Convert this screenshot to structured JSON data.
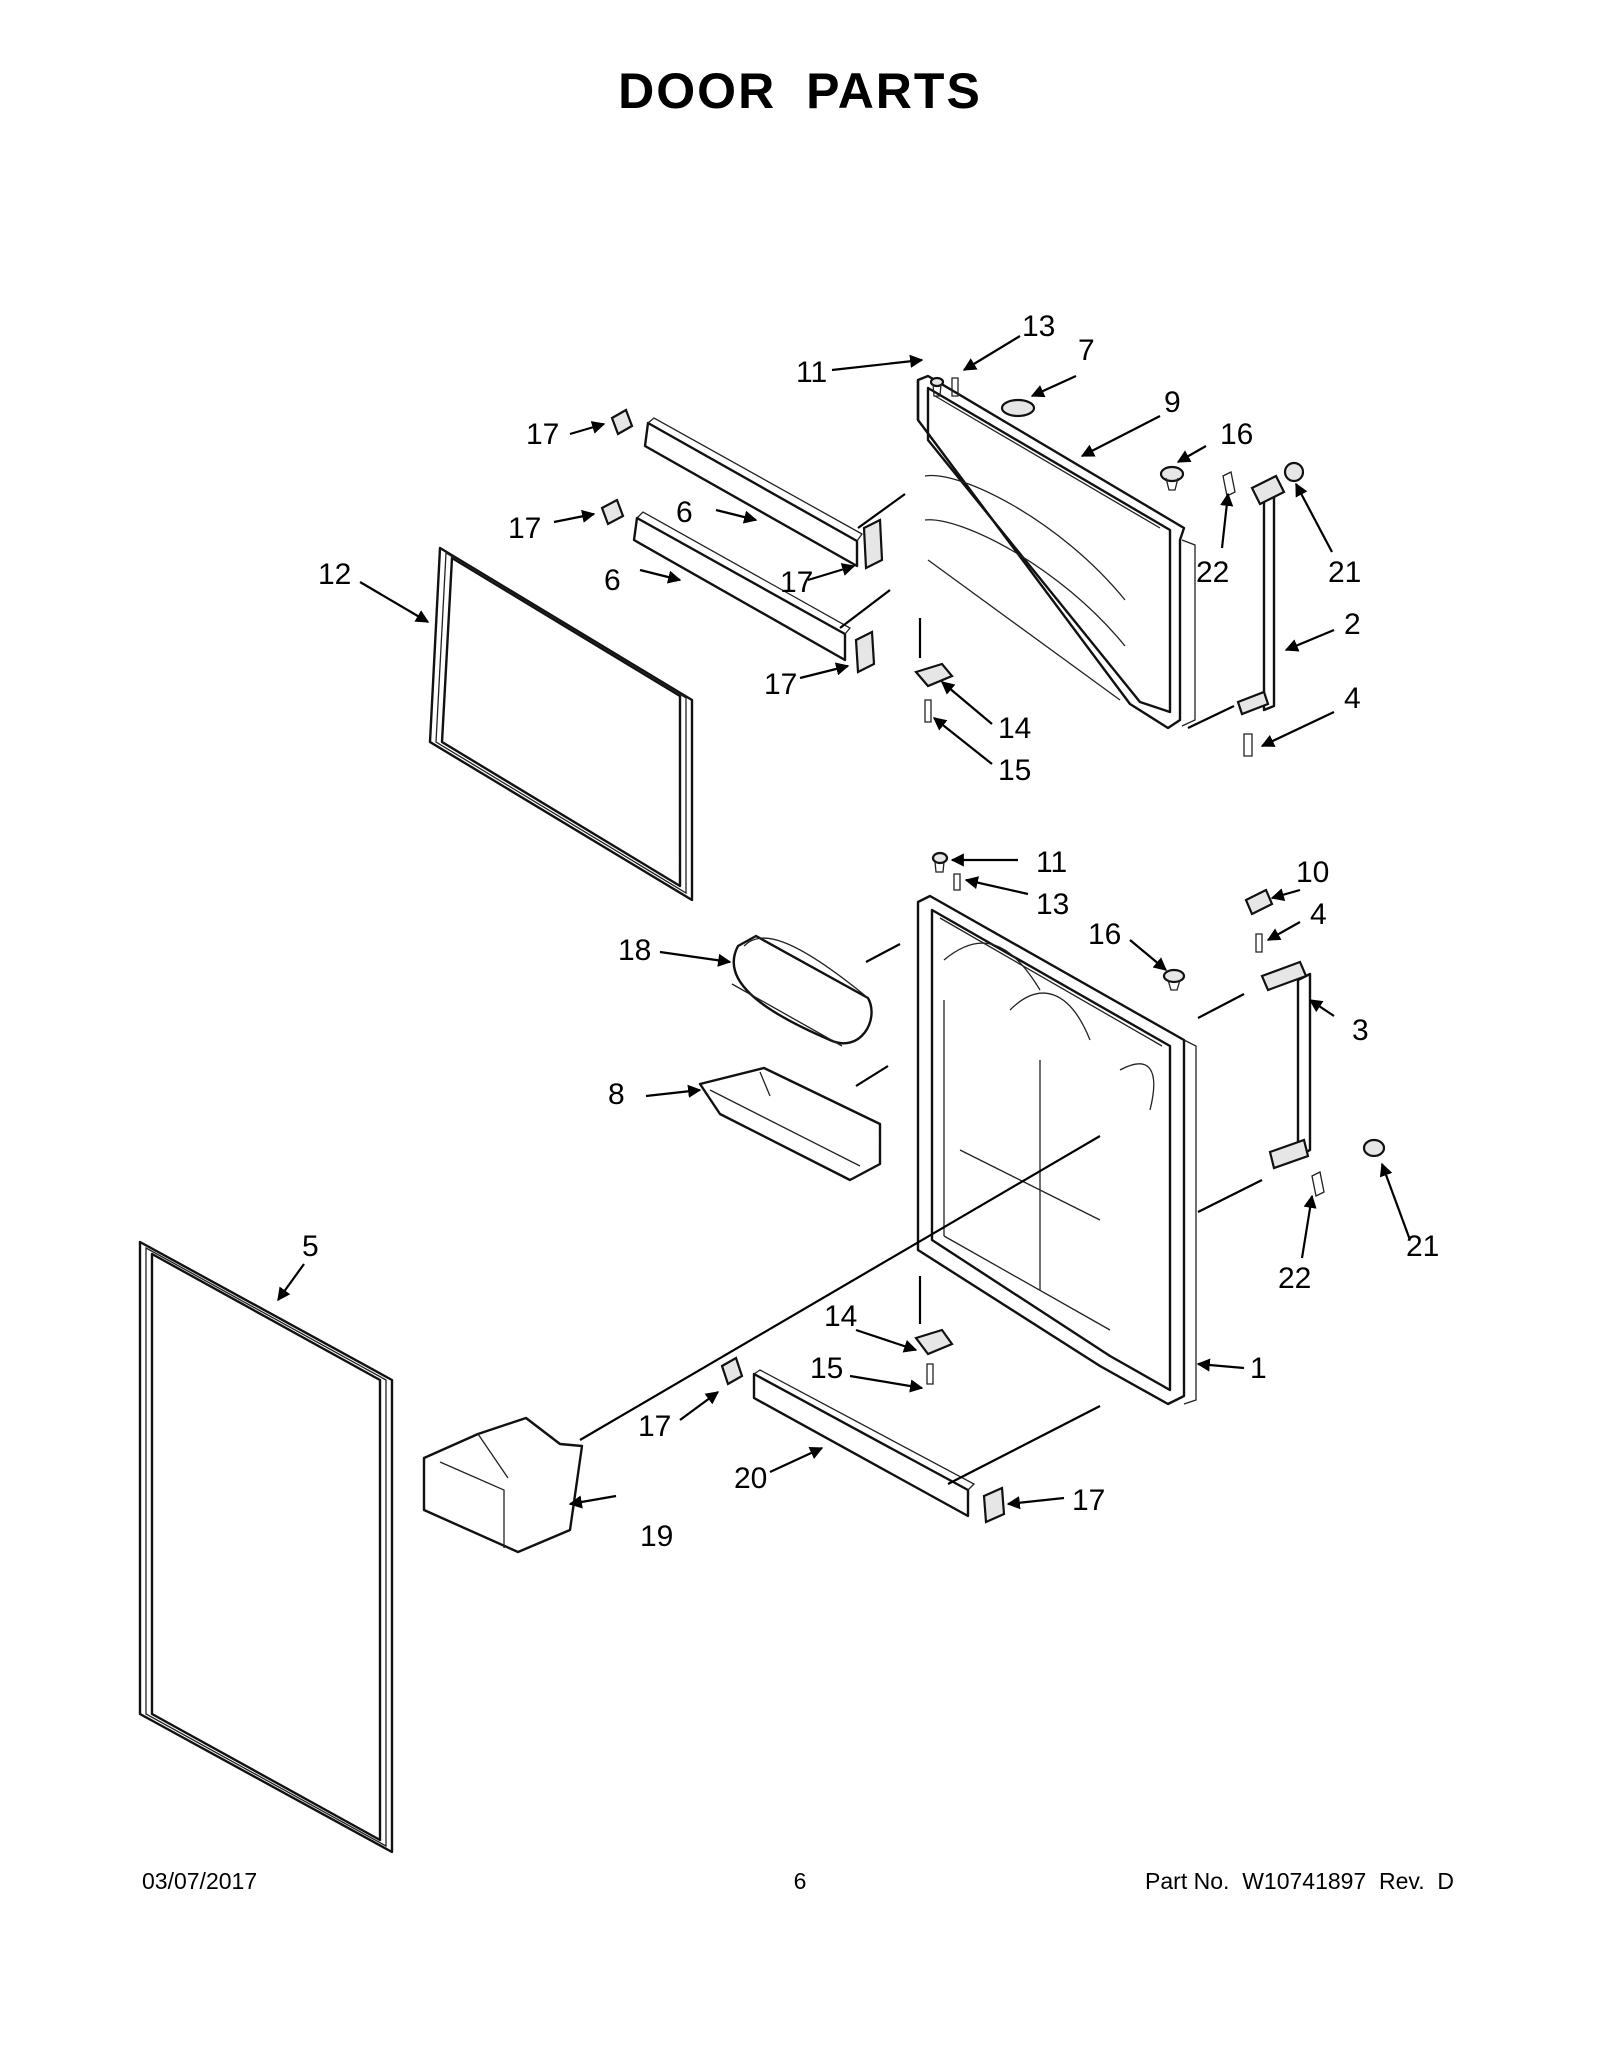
{
  "title": "DOOR PARTS",
  "callouts": [
    "1",
    "2",
    "3",
    "4",
    "5",
    "6",
    "7",
    "8",
    "9",
    "10",
    "11",
    "12",
    "13",
    "14",
    "15",
    "16",
    "17",
    "18",
    "19",
    "20",
    "21",
    "22"
  ],
  "footer": {
    "date": "03/07/2017",
    "page": "6",
    "part_number": "Part No.  W10741897  Rev.  D"
  }
}
